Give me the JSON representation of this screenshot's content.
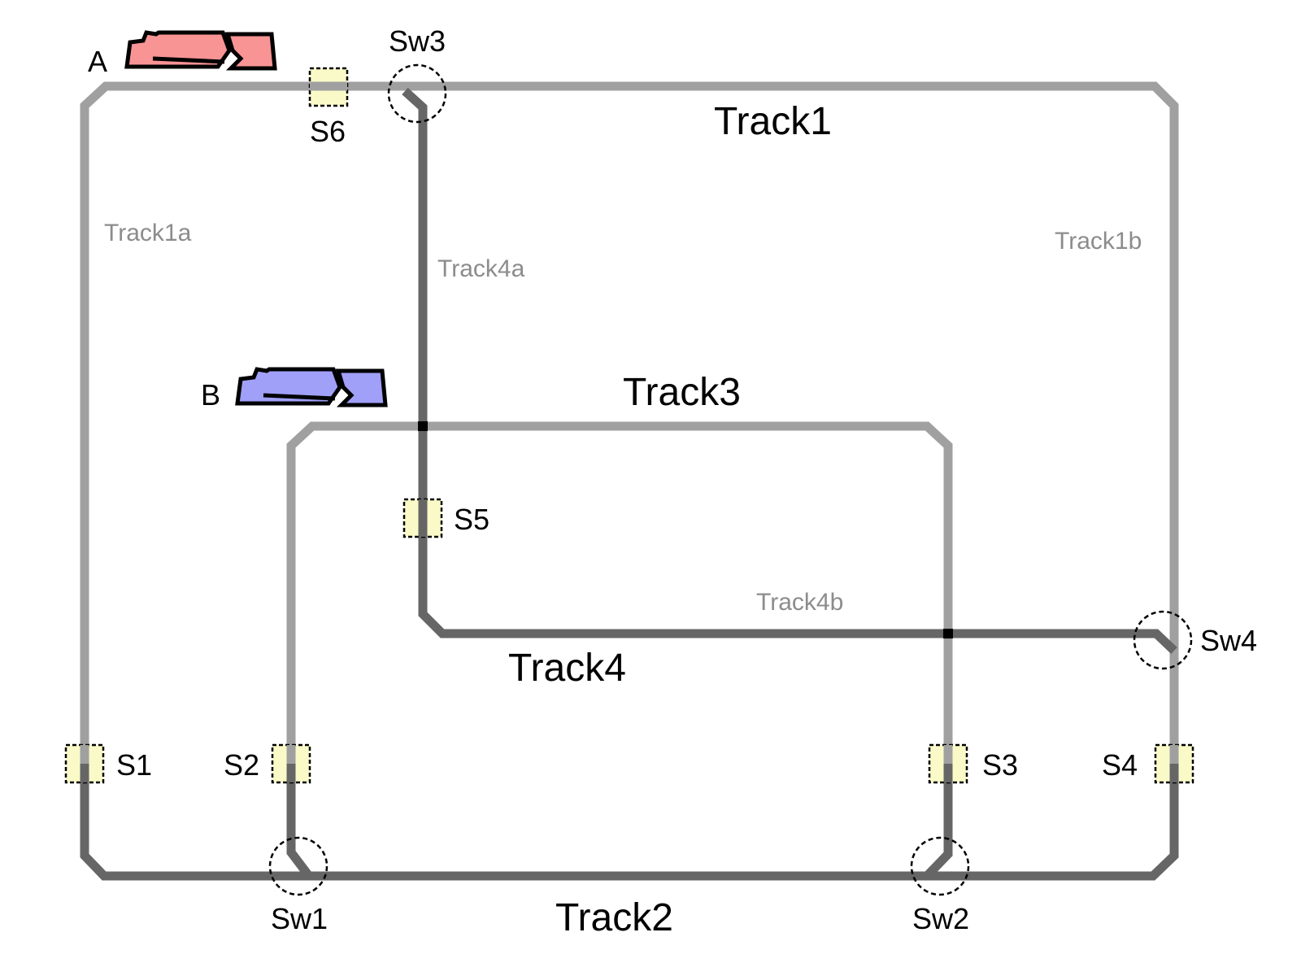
{
  "tracks": {
    "track1": "Track1",
    "track1a": "Track1a",
    "track1b": "Track1b",
    "track2": "Track2",
    "track3": "Track3",
    "track4": "Track4",
    "track4a": "Track4a",
    "track4b": "Track4b"
  },
  "sensors": {
    "s1": "S1",
    "s2": "S2",
    "s3": "S3",
    "s4": "S4",
    "s5": "S5",
    "s6": "S6"
  },
  "switches": {
    "sw1": "Sw1",
    "sw2": "Sw2",
    "sw3": "Sw3",
    "sw4": "Sw4"
  },
  "trains": {
    "a": {
      "label": "A",
      "color": "#f89494"
    },
    "b": {
      "label": "B",
      "color": "#a0a0f8"
    }
  },
  "colors": {
    "track_light": "#a0a0a0",
    "track_dark": "#666666",
    "sensor_fill": "#fafac8"
  }
}
